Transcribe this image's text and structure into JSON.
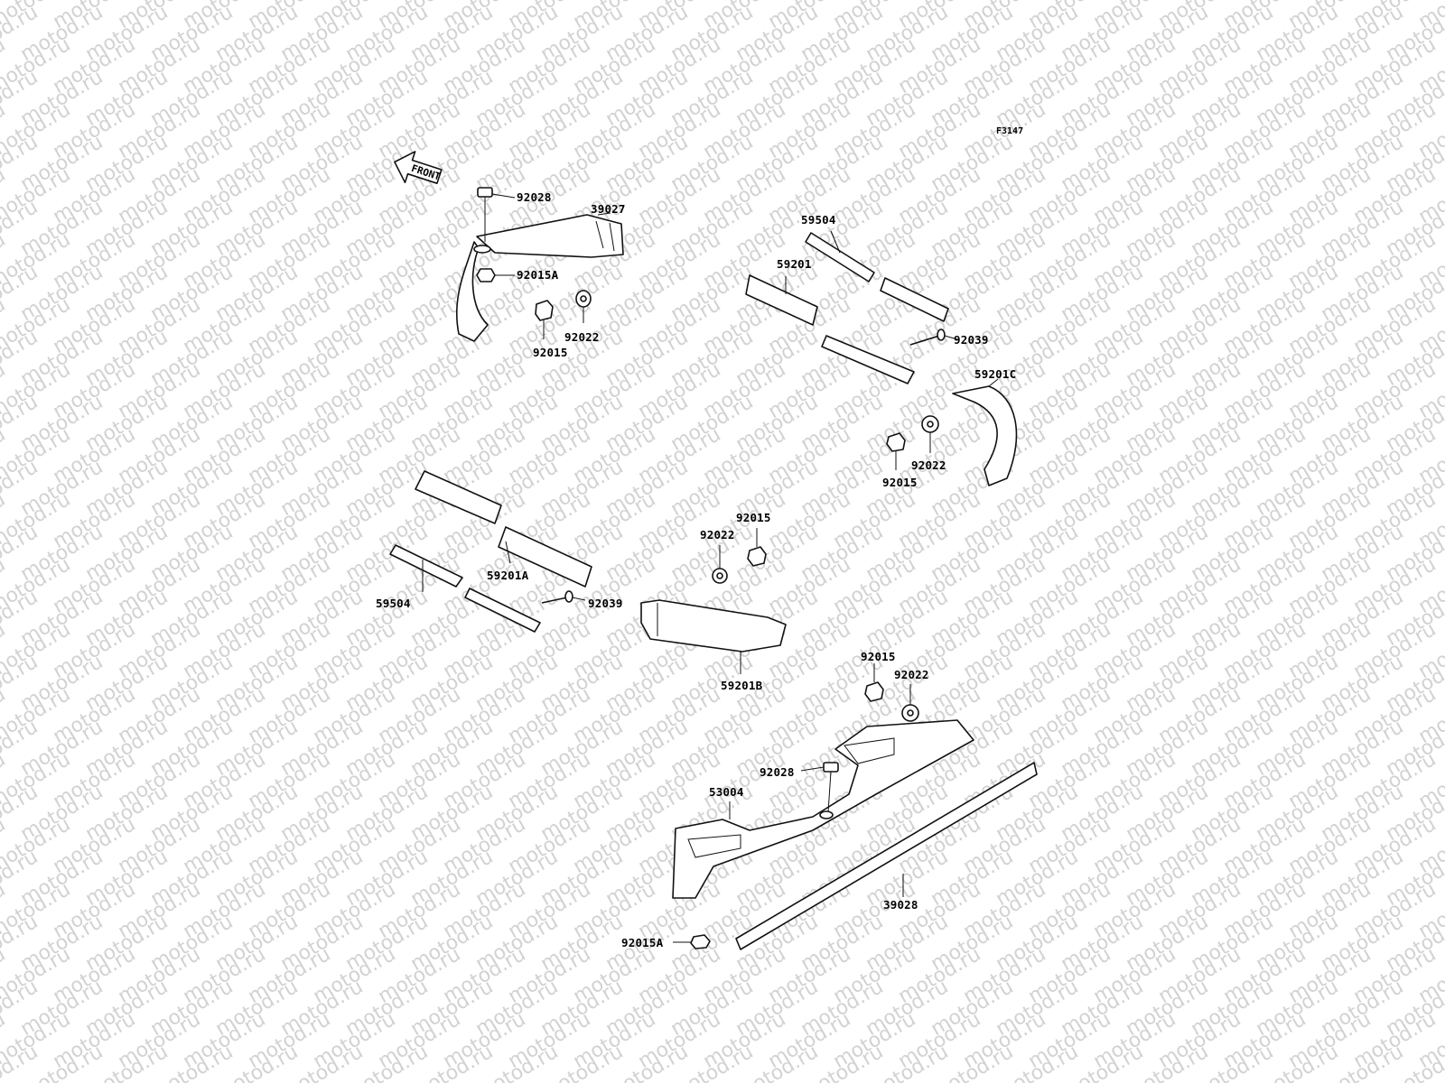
{
  "watermark": "motod.ru",
  "figure_ref": "F3147",
  "front_label": "FRONT",
  "labels": {
    "l_92028_top": "92028",
    "l_39027": "39027",
    "l_92015A_top": "92015A",
    "l_92022_top": "92022",
    "l_92015_top": "92015",
    "l_59504_upper": "59504",
    "l_59201": "59201",
    "l_92039_upper": "92039",
    "l_59201C": "59201C",
    "l_92022_right": "92022",
    "l_92015_right": "92015",
    "l_59201A": "59201A",
    "l_59504_lower": "59504",
    "l_92039_lower": "92039",
    "l_92015_mid": "92015",
    "l_92022_mid": "92022",
    "l_59201B": "59201B",
    "l_92015_bottom": "92015",
    "l_92022_bottom": "92022",
    "l_92028_bottom": "92028",
    "l_53004": "53004",
    "l_39028": "39028",
    "l_92015A_bottom": "92015A"
  }
}
